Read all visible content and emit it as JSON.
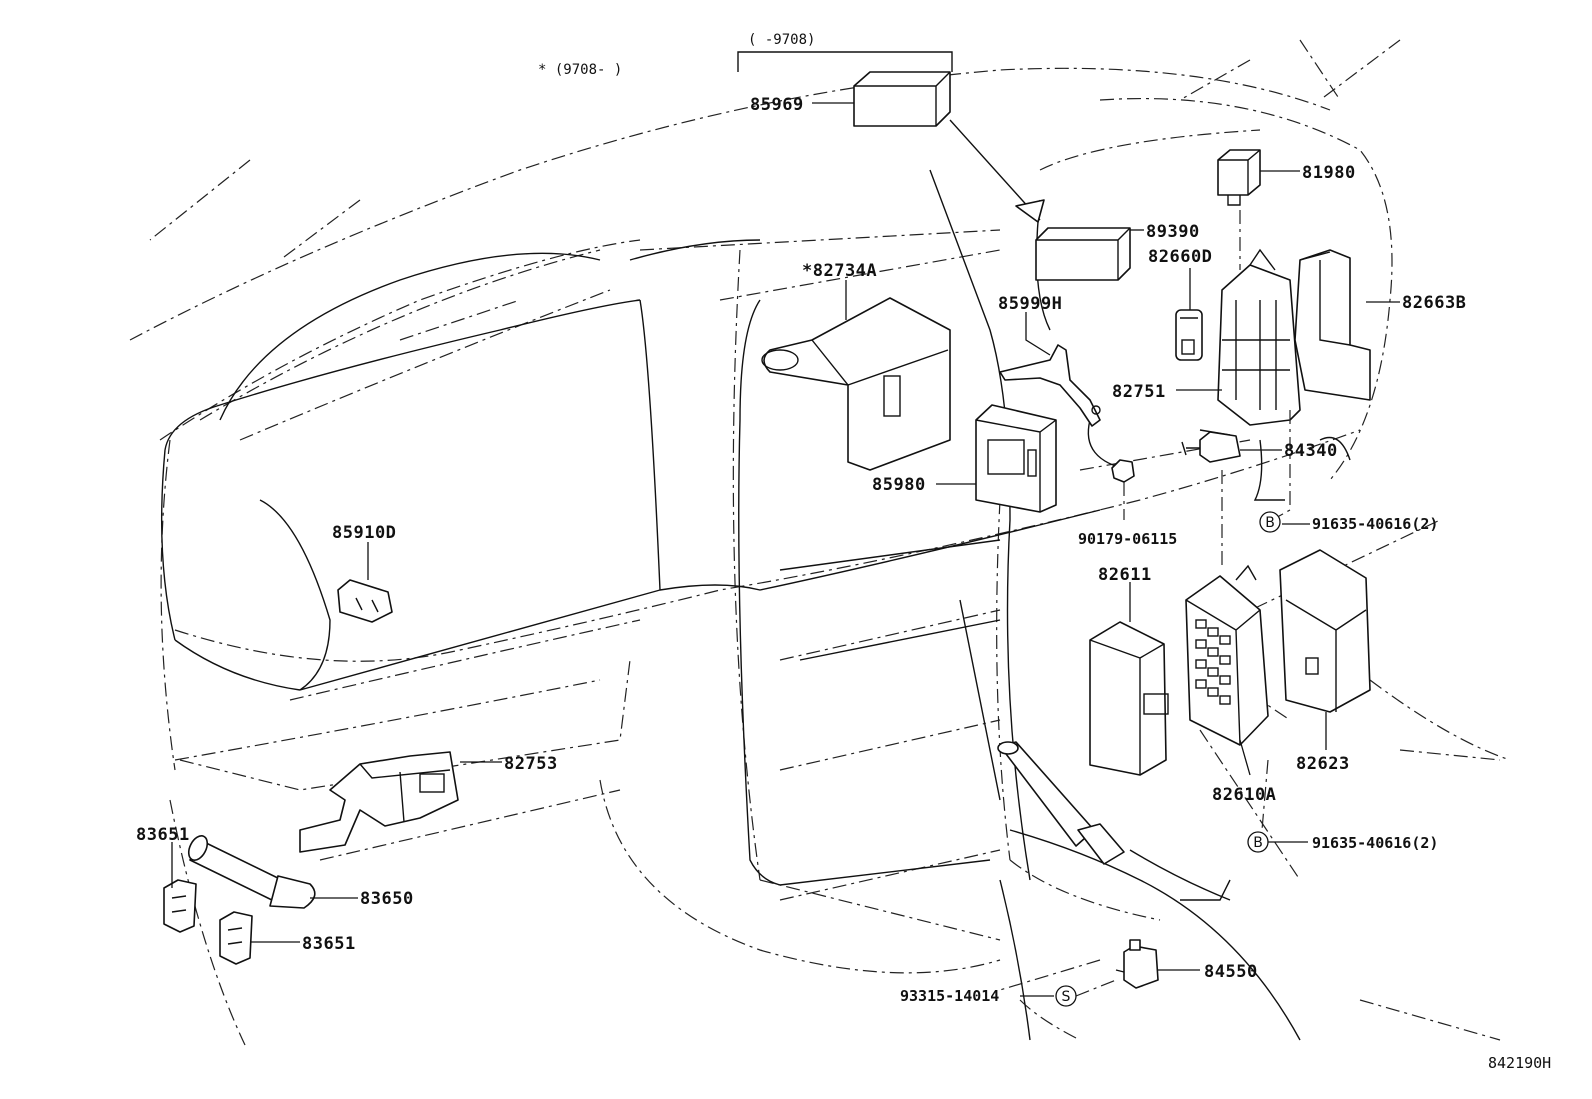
{
  "diagram": {
    "drawing_number": "842190H",
    "header_range": "(      -9708)",
    "header_note": "* (9708-      )",
    "marks": {
      "bolt": "B",
      "screw": "S"
    },
    "labels": {
      "p85969": "85969",
      "p81980": "81980",
      "p89390": "89390",
      "p82660D": "82660D",
      "p82734A": "*82734A",
      "p85999H": "85999H",
      "p82663B": "82663B",
      "p82751": "82751",
      "p84340": "84340",
      "p85980": "85980",
      "p91635a": "91635-40616(2)",
      "p90179": "90179-06115",
      "p85910D": "85910D",
      "p82611": "82611",
      "p82753": "82753",
      "p82623": "82623",
      "p82610A": "82610A",
      "p91635b": "91635-40616(2)",
      "p83651a": "83651",
      "p83650": "83650",
      "p83651b": "83651",
      "p84550": "84550",
      "p93315": "93315-14014"
    }
  }
}
